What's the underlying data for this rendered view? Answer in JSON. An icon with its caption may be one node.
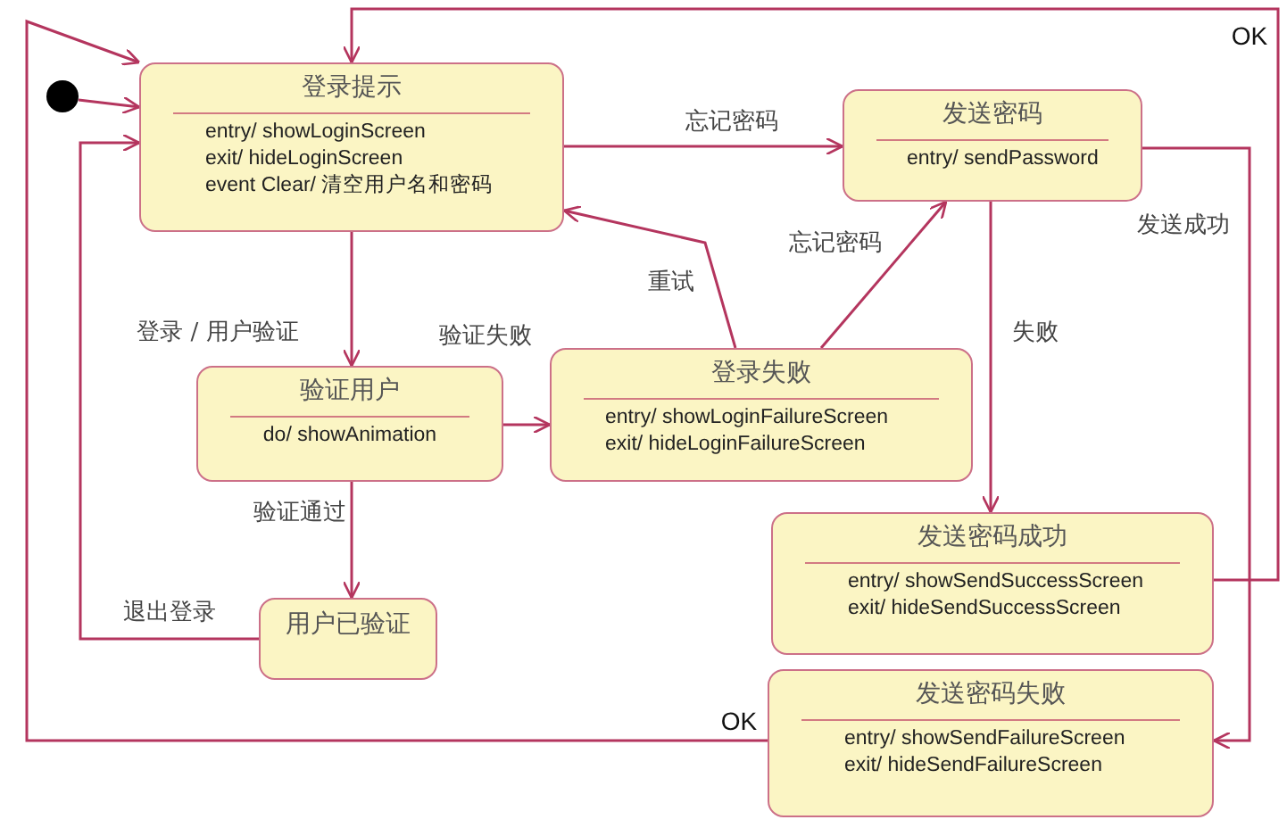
{
  "diagram": {
    "nodes": [
      {
        "text": [],
        "shape": "circle"
      },
      {
        "text": [
          "登录提示",
          "entry/ showLoginScreen",
          "exit/ hideLoginScreen",
          "event Clear/ 清空用户名和密码"
        ]
      },
      {
        "text": [
          "发送密码",
          "entry/ sendPassword"
        ]
      },
      {
        "text": [
          "验证用户",
          "do/ showAnimation"
        ]
      },
      {
        "text": [
          "登录失败",
          "entry/ showLoginFailureScreen",
          "exit/ hideLoginFailureScreen"
        ]
      },
      {
        "text": [
          "用户已验证"
        ]
      },
      {
        "text": [
          "发送密码成功",
          "entry/ showSendSuccessScreen",
          "exit/ hideSendSuccessScreen"
        ]
      },
      {
        "text": [
          "发送密码失败",
          "entry/ showSendFailureScreen",
          "exit/ hideSendFailureScreen"
        ]
      }
    ],
    "edges": [
      {
        "from": 0,
        "to": 1,
        "arrow": "to"
      },
      {
        "from": 1,
        "to": 2,
        "arrow": "to",
        "label": "忘记密码"
      },
      {
        "from": 1,
        "to": 3,
        "arrow": "to",
        "label": "登录 / 用户验证"
      },
      {
        "from": 3,
        "to": 4,
        "arrow": "to",
        "label": "验证失败"
      },
      {
        "from": 4,
        "to": 1,
        "arrow": "to",
        "label": "重试"
      },
      {
        "from": 4,
        "to": 2,
        "arrow": "to",
        "label": "忘记密码"
      },
      {
        "from": 3,
        "to": 5,
        "arrow": "to",
        "label": "验证通过"
      },
      {
        "from": 5,
        "to": 1,
        "arrow": "to",
        "label": "退出登录"
      },
      {
        "from": 2,
        "to": 6,
        "arrow": "to",
        "label": "失败"
      },
      {
        "from": 2,
        "to": 7,
        "arrow": "to",
        "label": "发送成功"
      },
      {
        "from": 6,
        "to": 1,
        "arrow": "to",
        "label": "OK"
      },
      {
        "from": 7,
        "to": 1,
        "arrow": "to",
        "label": "OK"
      }
    ]
  }
}
